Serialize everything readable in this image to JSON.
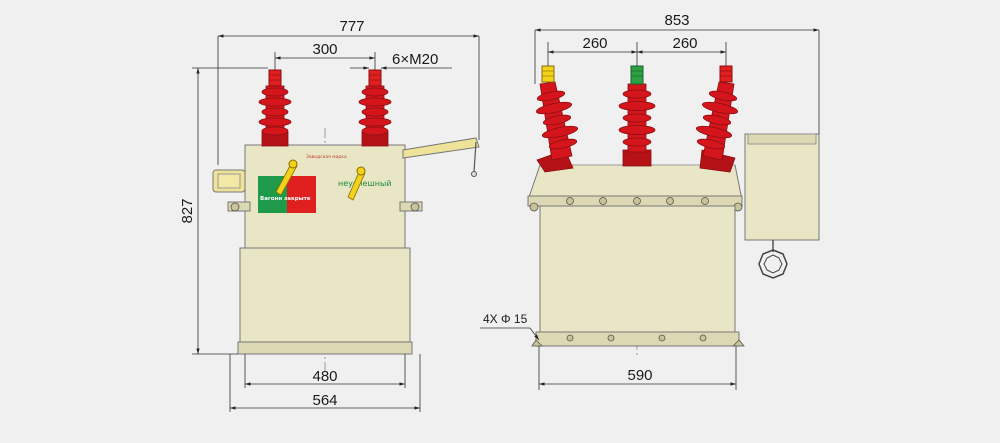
{
  "dimensions": {
    "front_total_width": "777",
    "front_insulator_spacing": "300",
    "front_terminal": "6×M20",
    "front_height": "827",
    "front_base_inner": "480",
    "front_base_outer": "564",
    "side_total_width": "853",
    "side_spacing_left": "260",
    "side_spacing_right": "260",
    "side_mount_holes": "4X Φ 15",
    "side_base_width": "590"
  },
  "panel": {
    "tiny_caption": "Заводская марка",
    "status_label": "неуспешный",
    "panel_text": "Вагонн закрыте"
  },
  "colors": {
    "insulator": "#d4161c",
    "housing": "#e9e6c6",
    "panel_green": "#1e9a4a",
    "panel_red": "#e0201f",
    "cap_yellow": "#f2d21b",
    "cap_green": "#2ea043",
    "cap_red": "#e0201f"
  }
}
